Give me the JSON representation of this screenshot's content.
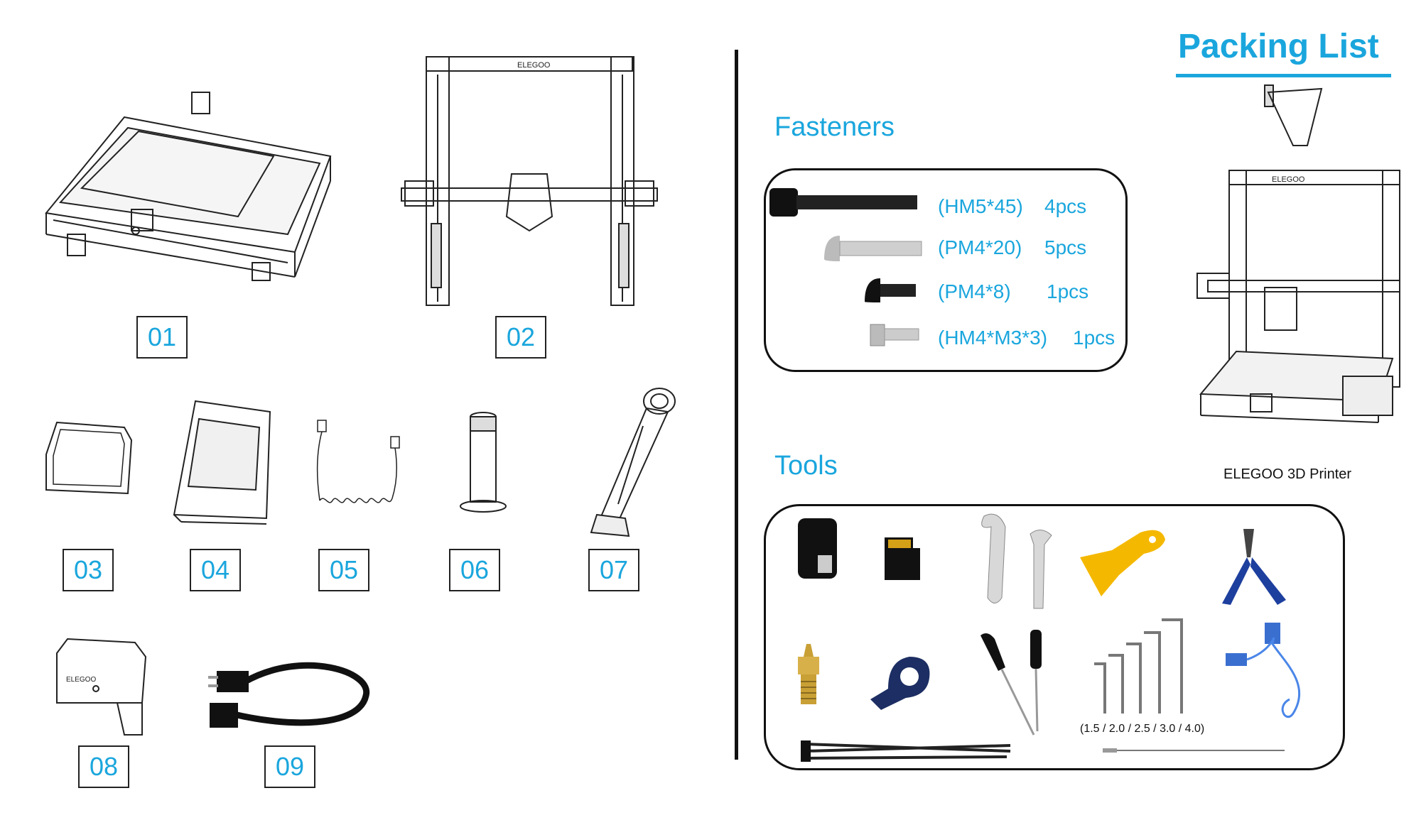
{
  "title": "Packing List",
  "parts": [
    {
      "id": "part-01",
      "number": "01"
    },
    {
      "id": "part-02",
      "number": "02"
    },
    {
      "id": "part-03",
      "number": "03"
    },
    {
      "id": "part-04",
      "number": "04"
    },
    {
      "id": "part-05",
      "number": "05"
    },
    {
      "id": "part-06",
      "number": "06"
    },
    {
      "id": "part-07",
      "number": "07"
    },
    {
      "id": "part-08",
      "number": "08"
    },
    {
      "id": "part-09",
      "number": "09"
    }
  ],
  "fasteners": {
    "heading": "Fasteners",
    "items": [
      {
        "spec": "(HM5*45)",
        "qty": "4pcs"
      },
      {
        "spec": "(PM4*20)",
        "qty": "5pcs"
      },
      {
        "spec": "(PM4*8)",
        "qty": "1pcs"
      },
      {
        "spec": "(HM4*M3*3)",
        "qty": "1pcs"
      }
    ]
  },
  "tools": {
    "heading": "Tools",
    "hex_sizes": "(1.5 / 2.0 / 2.5 / 3.0 / 4.0)"
  },
  "printer_caption": "ELEGOO 3D Printer",
  "brand_mark": "ELEGOO",
  "colors": {
    "accent": "#1aa6dd",
    "ink": "#111111",
    "tool_yellow": "#f5b800",
    "tool_blue": "#1d3f9e"
  }
}
